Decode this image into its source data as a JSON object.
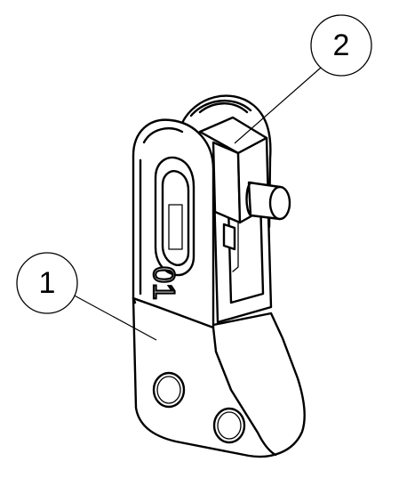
{
  "drawing": {
    "callouts": [
      {
        "id": "part-1",
        "label": "1"
      },
      {
        "id": "part-2",
        "label": "2"
      }
    ],
    "engraving": "01",
    "line_color": "#000000",
    "background_color": "#ffffff"
  }
}
